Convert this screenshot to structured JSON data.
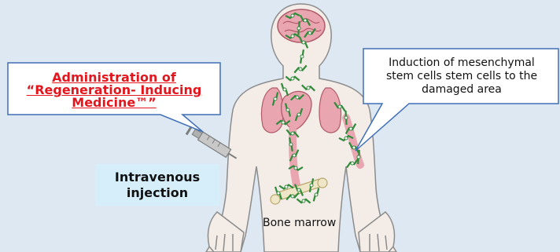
{
  "diagram": {
    "callout_admin": {
      "line1": "Administration of",
      "line2": "“Regeneration- Inducing",
      "line3": "Medicine™”",
      "color": "#e3161d"
    },
    "callout_induction": {
      "line1": "Induction of mesenchymal",
      "line2": "stem cells stem cells to the",
      "line3": "damaged area"
    },
    "injection_box": {
      "line1": "Intravenous",
      "line2": "injection",
      "fill": "#d6eefa"
    },
    "bone_marrow_label": "Bone marrow",
    "colors": {
      "background": "#dde8f3",
      "body_fill": "#f4ece7",
      "body_outline": "#8c8c8c",
      "organ_fill": "#e9a6b1",
      "cell_green": "#2f8a3a"
    }
  }
}
